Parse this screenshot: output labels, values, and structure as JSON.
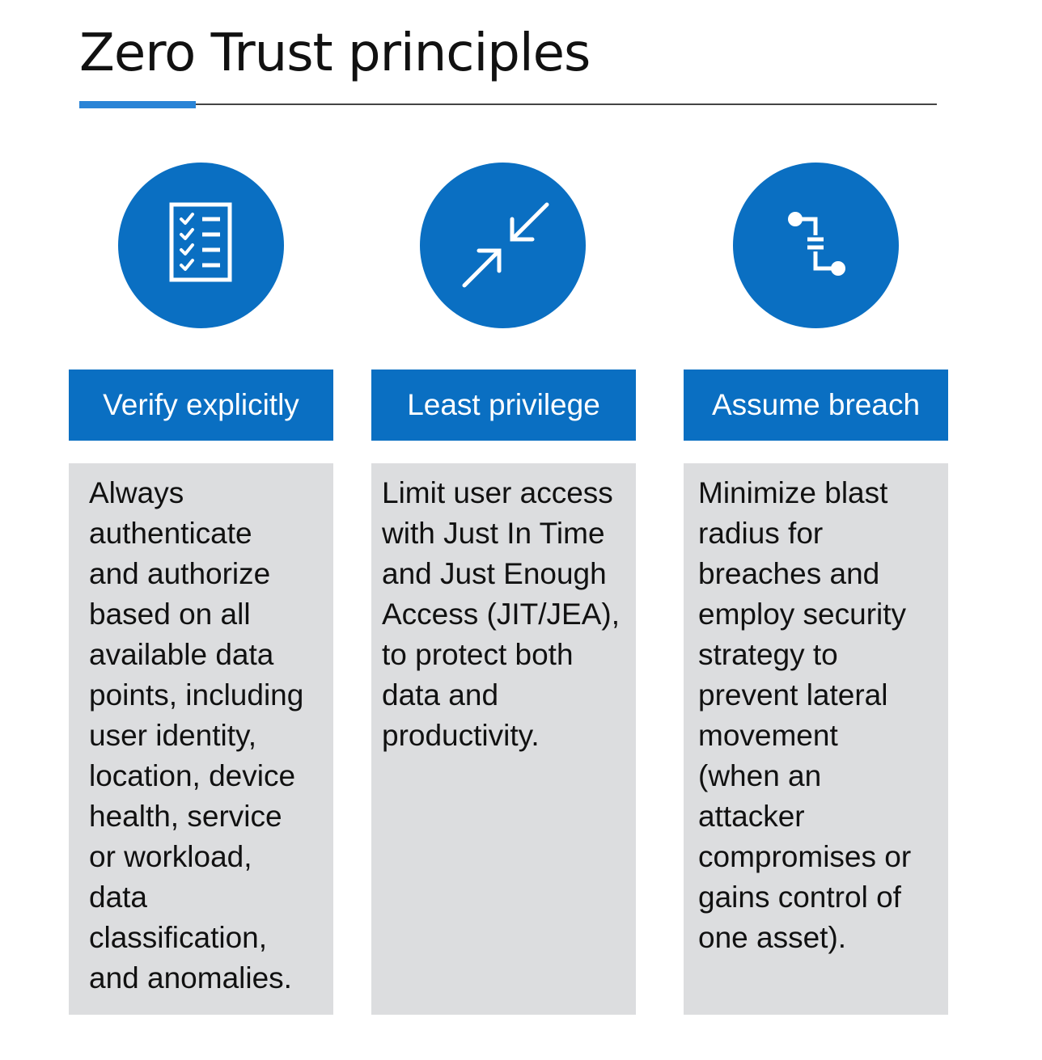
{
  "title": "Zero Trust principles",
  "colors": {
    "primary": "#0a6fc2",
    "accent": "#2a84d6",
    "panel": "#dcdddf"
  },
  "principles": [
    {
      "icon": "checklist-icon",
      "heading": "Verify explicitly",
      "lines": [
        "Always",
        "authenticate",
        "and authorize",
        "based on all",
        "available data",
        "points, including",
        "user identity,",
        "location, device",
        "health, service",
        "or workload,",
        "data",
        "classification,",
        "and anomalies."
      ]
    },
    {
      "icon": "compress-arrows-icon",
      "heading": "Least privilege",
      "lines": [
        "Limit user access",
        "with Just In Time",
        "and Just Enough",
        "Access (JIT/JEA),",
        "to protect both",
        "data and",
        "productivity."
      ]
    },
    {
      "icon": "broken-path-icon",
      "heading": "Assume breach",
      "lines": [
        "Minimize blast",
        "radius for",
        "breaches and",
        "employ security",
        "strategy to",
        "prevent lateral",
        "movement",
        "(when an",
        "attacker",
        "compromises or",
        "gains control of",
        "one asset)."
      ]
    }
  ]
}
